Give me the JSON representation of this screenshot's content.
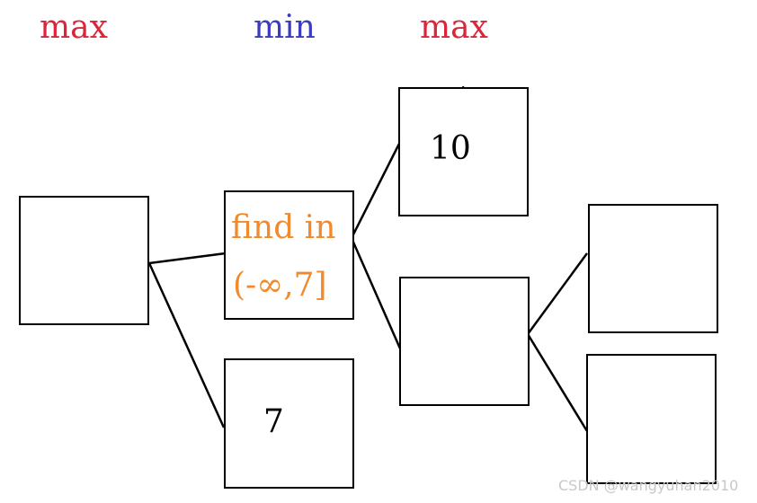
{
  "levels": [
    {
      "text": "max",
      "color": "#d9263a"
    },
    {
      "text": "min",
      "color": "#3b3bbf"
    },
    {
      "text": "max",
      "color": "#d9263a"
    }
  ],
  "nodes": {
    "upper_child_value": "10",
    "lower_min_value": "7",
    "find_line1": "find in",
    "find_line2": "(-∞,7]",
    "find_color": "#f08a2c"
  },
  "watermark": "CSDN @wangyuhan2010"
}
